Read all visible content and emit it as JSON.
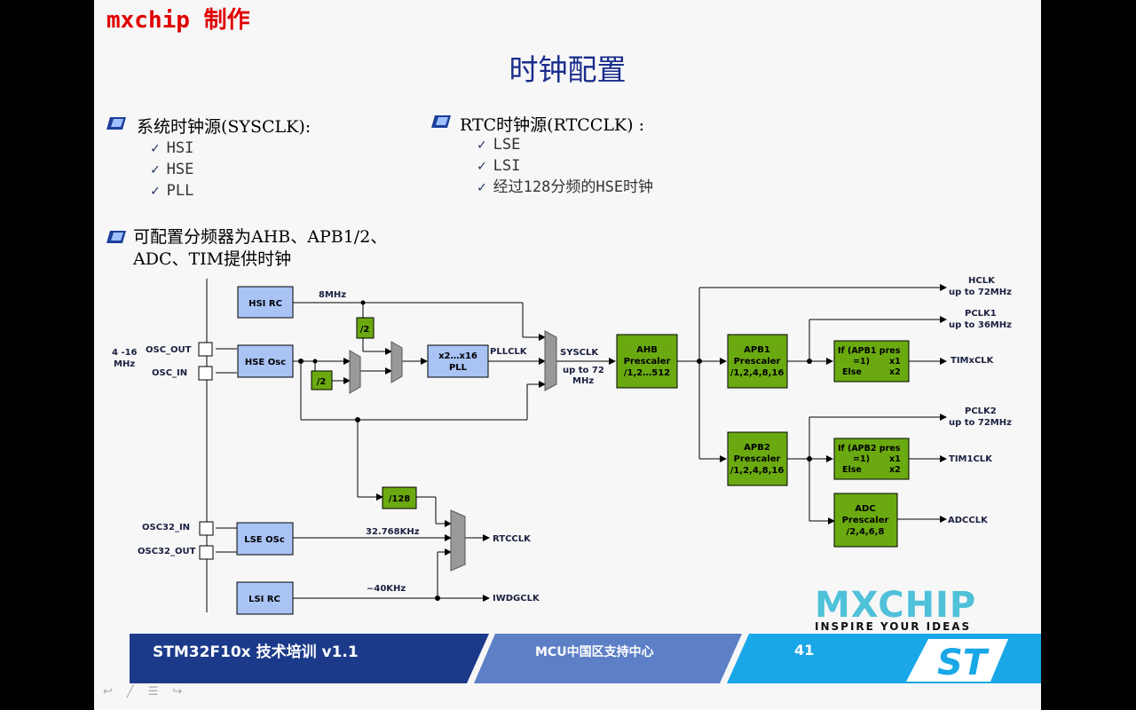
{
  "brand": "mxchip 制作",
  "title": "时钟配置",
  "left_block": {
    "heading": "系统时钟源(SYSCLK):",
    "items": [
      "HSI",
      "HSE",
      "PLL"
    ]
  },
  "right_block": {
    "heading": "RTC时钟源(RTCCLK) :",
    "items": [
      "LSE",
      "LSI",
      "经过128分频的HSE时钟"
    ]
  },
  "config_block": {
    "line1": "可配置分频器为AHB、APB1/2、",
    "line2": "ADC、TIM提供时钟"
  },
  "diagram": {
    "hsi_rc": "HSI RC",
    "hse_osc": "HSE Osc",
    "lse_osc": "LSE OSc",
    "lsi_rc": "LSI RC",
    "div2_a": "/2",
    "div2_b": "/2",
    "div128": "/128",
    "pll_l1": "x2…x16",
    "pll_l2": "PLL",
    "ahb_l1": "AHB",
    "ahb_l2": "Prescaler",
    "ahb_l3": "/1,2…512",
    "apb1_l1": "APB1",
    "apb1_l2": "Prescaler",
    "apb1_l3": "/1,2,4,8,16",
    "apb2_l1": "APB2",
    "apb2_l2": "Prescaler",
    "apb2_l3": "/1,2,4,8,16",
    "if1_l1": "If (APB1 pres",
    "if1_l2": "=1)",
    "if1_l2b": "x1",
    "if1_l3": "Else",
    "if1_l3b": "x2",
    "if2_l1": "If (APB2 pres",
    "if2_l2": "=1)",
    "if2_l2b": "x1",
    "if2_l3": "Else",
    "if2_l3b": "x2",
    "adc_l1": "ADC",
    "adc_l2": "Prescaler",
    "adc_l3": "/2,4,6,8",
    "lbl_8mhz": "8MHz",
    "lbl_pllclk": "PLLCLK",
    "lbl_sysclk": "SYSCLK",
    "lbl_upto72a": "up to 72",
    "lbl_mhz": "MHz",
    "lbl_32k": "32.768KHz",
    "lbl_40k": "~40KHz",
    "lbl_rtcclk": "RTCCLK",
    "lbl_iwdgclk": "IWDGCLK",
    "lbl_hclk": "HCLK",
    "lbl_hclk2": "up to 72MHz",
    "lbl_pclk1": "PCLK1",
    "lbl_pclk1b": "up to 36MHz",
    "lbl_timx": "TIMxCLK",
    "lbl_pclk2": "PCLK2",
    "lbl_pclk2b": "up to 72MHz",
    "lbl_tim1": "TIM1CLK",
    "lbl_adcclk": "ADCCLK",
    "lbl_416": "4 -16",
    "lbl_416b": "MHz",
    "lbl_osc_out": "OSC_OUT",
    "lbl_osc_in": "OSC_IN",
    "lbl_osc32_in": "OSC32_IN",
    "lbl_osc32_out": "OSC32_OUT"
  },
  "footer": {
    "course": "STM32F10x 技术培训 v1.1",
    "center": "MCU中国区支持中心",
    "page": "41"
  },
  "logo": {
    "name": "MXCHIP",
    "tagline": "INSPIRE YOUR IDEAS"
  },
  "colors": {
    "accent_red": "#e00000",
    "title_blue": "#1a2c8c",
    "box_blue": "#a9c3f5",
    "box_green": "#6aaa10",
    "footer_navy": "#1b3a8a"
  }
}
